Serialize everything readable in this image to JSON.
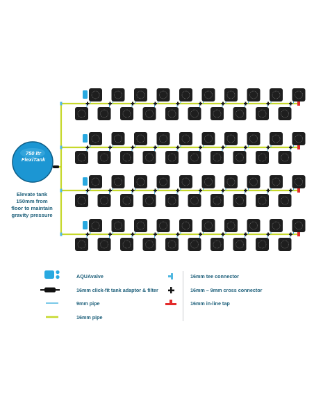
{
  "tank": {
    "label_line1": "750 ltr",
    "label_line2": "FlexiTank",
    "note_lines": [
      "Elevate tank",
      "150mm from",
      "floor to maintain",
      "gravity pressure"
    ]
  },
  "layout": {
    "groups": 4,
    "pots_per_row": 10,
    "colors": {
      "pipe_16mm": "#c6d82a",
      "pipe_9mm": "#4fb7e0",
      "aquavalve": "#29a9e0",
      "tank": "#1c96d3",
      "tap": "#e32b2b",
      "pot": "#1e1e1e"
    }
  },
  "legend": {
    "left": [
      {
        "icon": "aquavalve-icon",
        "label": "AQUAvalve"
      },
      {
        "icon": "tank-adaptor-filter-icon",
        "label": "16mm click-fit tank adaptor & filter"
      },
      {
        "icon": "pipe-9mm-icon",
        "label": "9mm pipe"
      },
      {
        "icon": "pipe-16mm-icon",
        "label": "16mm pipe"
      }
    ],
    "right": [
      {
        "icon": "tee-connector-icon",
        "label": "16mm tee connector"
      },
      {
        "icon": "cross-connector-icon",
        "label": "16mm – 9mm cross connector"
      },
      {
        "icon": "inline-tap-icon",
        "label": "16mm in-line tap"
      }
    ]
  }
}
